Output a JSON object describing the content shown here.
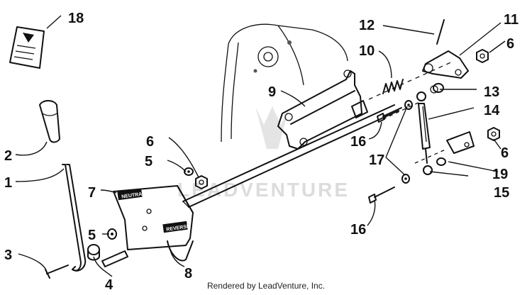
{
  "footer": "Rendered by LeadVenture, Inc.",
  "watermark": "LEADVENTURE",
  "decals": {
    "neutral": "NEUTRAL",
    "reverse": "REVERSE"
  },
  "callouts": [
    {
      "id": "c1",
      "label": "1"
    },
    {
      "id": "c2",
      "label": "2"
    },
    {
      "id": "c3",
      "label": "3"
    },
    {
      "id": "c4",
      "label": "4"
    },
    {
      "id": "c5a",
      "label": "5"
    },
    {
      "id": "c5b",
      "label": "5"
    },
    {
      "id": "c6a",
      "label": "6"
    },
    {
      "id": "c6b",
      "label": "6"
    },
    {
      "id": "c6c",
      "label": "6"
    },
    {
      "id": "c7",
      "label": "7"
    },
    {
      "id": "c8",
      "label": "8"
    },
    {
      "id": "c9",
      "label": "9"
    },
    {
      "id": "c10",
      "label": "10"
    },
    {
      "id": "c11",
      "label": "11"
    },
    {
      "id": "c12",
      "label": "12"
    },
    {
      "id": "c13",
      "label": "13"
    },
    {
      "id": "c14",
      "label": "14"
    },
    {
      "id": "c15",
      "label": "15"
    },
    {
      "id": "c16a",
      "label": "16"
    },
    {
      "id": "c16b",
      "label": "16"
    },
    {
      "id": "c17",
      "label": "17"
    },
    {
      "id": "c18",
      "label": "18"
    },
    {
      "id": "c19",
      "label": "19"
    }
  ]
}
